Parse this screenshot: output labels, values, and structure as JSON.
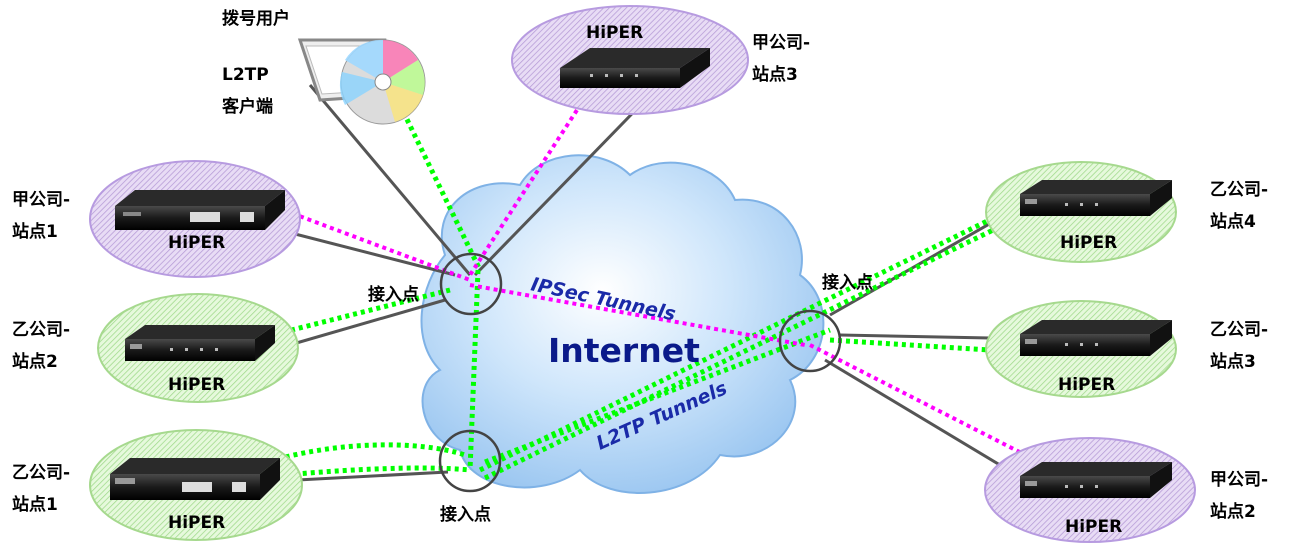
{
  "cloud_label": "Internet",
  "ipsec_label": "IPSec Tunnels",
  "l2tp_label": "L2TP Tunnels",
  "access_points": [
    "接入点",
    "接入点",
    "接入点"
  ],
  "dialup_user": {
    "title": "拨号用户",
    "client_line1": "L2TP",
    "client_line2": "客户端"
  },
  "sites": [
    {
      "device": "HiPER",
      "name_line1": "甲公司-",
      "name_line2": "站点3",
      "group": "A"
    },
    {
      "device": "HiPER",
      "name_line1": "甲公司-",
      "name_line2": "站点1",
      "group": "A"
    },
    {
      "device": "HiPER",
      "name_line1": "乙公司-",
      "name_line2": "站点2",
      "group": "B"
    },
    {
      "device": "HiPER",
      "name_line1": "乙公司-",
      "name_line2": "站点1",
      "group": "B"
    },
    {
      "device": "HiPER",
      "name_line1": "乙公司-",
      "name_line2": "站点4",
      "group": "B"
    },
    {
      "device": "HiPER",
      "name_line1": "乙公司-",
      "name_line2": "站点3",
      "group": "B"
    },
    {
      "device": "HiPER",
      "name_line1": "甲公司-",
      "name_line2": "站点2",
      "group": "A"
    }
  ],
  "colors": {
    "group_A_fill": "#ddc8f0",
    "group_B_fill": "#d6f5c6",
    "ipsec_tunnel": "#ff00ff",
    "l2tp_tunnel": "#00ff00",
    "physical_link": "#555555",
    "cloud": "#a9cff5"
  }
}
